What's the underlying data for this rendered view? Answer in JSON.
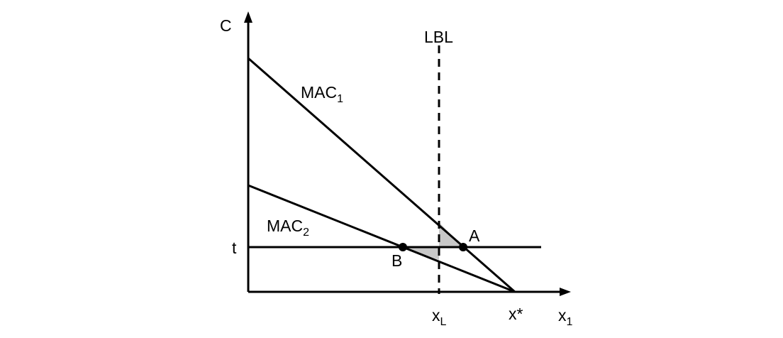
{
  "axes": {
    "y_label": "C",
    "x_label_main": "x",
    "x_label_sub": "1",
    "t_label": "t",
    "xL_main": "x",
    "xL_sub": "L",
    "xstar_label": "x*"
  },
  "lines": {
    "lbl_label": "LBL",
    "mac1_main": "MAC",
    "mac1_sub": "1",
    "mac2_main": "MAC",
    "mac2_sub": "2"
  },
  "points": {
    "a_label": "A",
    "b_label": "B"
  },
  "colors": {
    "ink": "#000000",
    "shade": "#c8c8c8"
  }
}
